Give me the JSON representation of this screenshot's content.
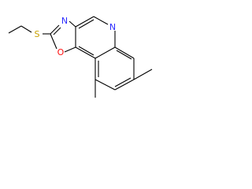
{
  "diagram": {
    "type": "chemical-structure",
    "atoms": {
      "nitrogen_oxazole": {
        "symbol": "N",
        "color": "#2d2dff"
      },
      "nitrogen_quinoline": {
        "symbol": "N",
        "color": "#2d2dff"
      },
      "oxygen_oxazole": {
        "symbol": "O",
        "color": "#ff0d0d"
      },
      "sulfur_thioether": {
        "symbol": "S",
        "color": "#c8a000"
      }
    },
    "bond_color": "#000000"
  }
}
